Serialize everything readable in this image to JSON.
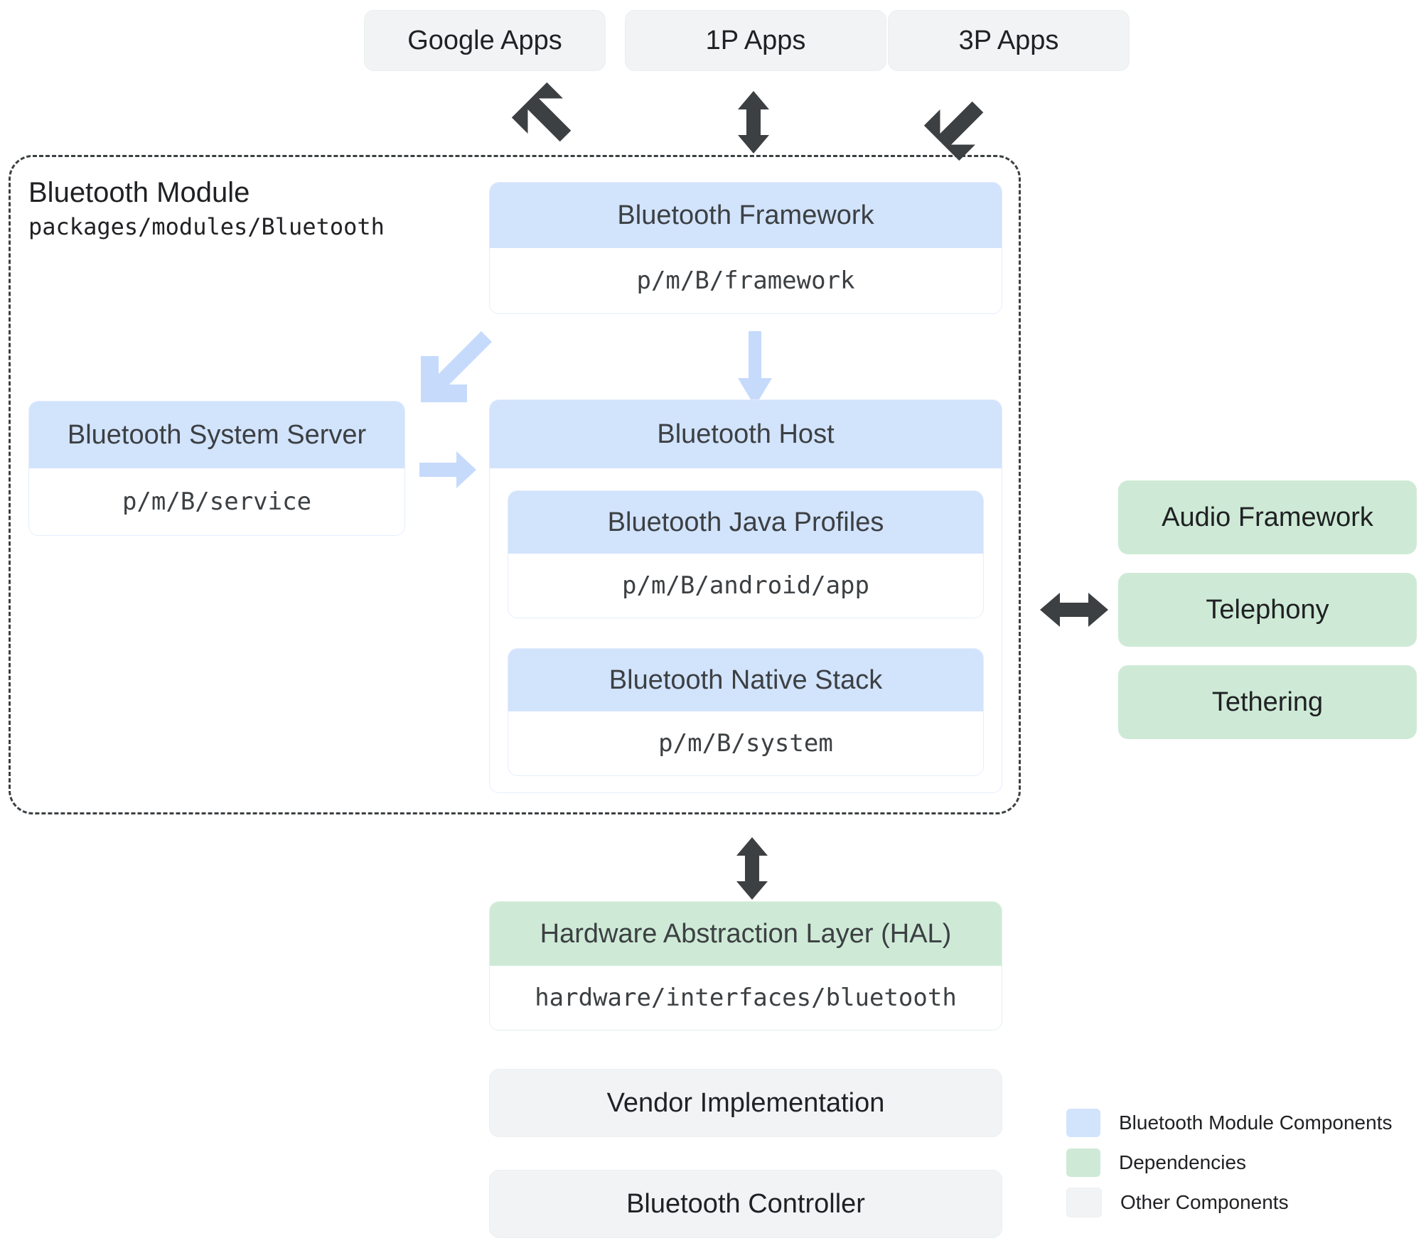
{
  "colors": {
    "module_component": "#d2e3fc",
    "dependency": "#ceead6",
    "other_component": "#f1f3f4",
    "dark_arrow": "#3c4043",
    "light_arrow": "#c6dafc",
    "text": "#202124"
  },
  "top_apps": [
    {
      "label": "Google Apps"
    },
    {
      "label": "1P Apps"
    },
    {
      "label": "3P Apps"
    }
  ],
  "module": {
    "title": "Bluetooth Module",
    "path": "packages/modules/Bluetooth"
  },
  "components": {
    "framework": {
      "title": "Bluetooth Framework",
      "path": "p/m/B/framework"
    },
    "system_server": {
      "title": "Bluetooth System Server",
      "path": "p/m/B/service"
    },
    "host": {
      "title": "Bluetooth Host"
    },
    "java_profiles": {
      "title": "Bluetooth Java Profiles",
      "path": "p/m/B/android/app"
    },
    "native_stack": {
      "title": "Bluetooth Native Stack",
      "path": "p/m/B/system"
    },
    "hal": {
      "title": "Hardware Abstraction Layer (HAL)",
      "path": "hardware/interfaces/bluetooth"
    },
    "vendor": {
      "title": "Vendor Implementation"
    },
    "controller": {
      "title": "Bluetooth Controller"
    }
  },
  "dependencies": [
    {
      "label": "Audio Framework"
    },
    {
      "label": "Telephony"
    },
    {
      "label": "Tethering"
    }
  ],
  "legend": [
    {
      "label": "Bluetooth Module Components",
      "color": "#d2e3fc"
    },
    {
      "label": "Dependencies",
      "color": "#ceead6"
    },
    {
      "label": "Other Components",
      "color": "#f1f3f4"
    }
  ],
  "arrows": [
    {
      "name": "google-apps-to-module",
      "direction": "diagonal-down-right-bidirectional"
    },
    {
      "name": "1p-apps-to-module",
      "direction": "vertical-bidirectional"
    },
    {
      "name": "3p-apps-to-module",
      "direction": "diagonal-up-right-bidirectional"
    },
    {
      "name": "framework-to-host",
      "direction": "down"
    },
    {
      "name": "framework-to-system-server",
      "direction": "diagonal-down-left"
    },
    {
      "name": "system-server-to-host",
      "direction": "right"
    },
    {
      "name": "module-to-dependencies",
      "direction": "horizontal-bidirectional"
    },
    {
      "name": "module-to-hal",
      "direction": "vertical-bidirectional"
    }
  ]
}
